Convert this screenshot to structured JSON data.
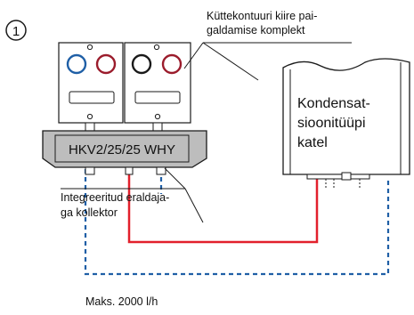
{
  "figure_number": "1",
  "labels": {
    "kit_line1": "Küttekontuuri kiire pai-",
    "kit_line2": "galdamise komplekt",
    "boiler_line1": "Kondensat-",
    "boiler_line2": "sioonitüüpi",
    "boiler_line3": "katel",
    "manifold_model": "HKV2/25/25 WHY",
    "collector_line1": "Integreeritud eraldaja-",
    "collector_line2": "ga kollektor",
    "max_flow": "Maks. 2000 l/h"
  },
  "colors": {
    "flow_pipe": "#e2202c",
    "return_pipe": "#1f5fa6",
    "manifold_fill": "#bdbdbd",
    "outline": "#1a1a1a"
  }
}
